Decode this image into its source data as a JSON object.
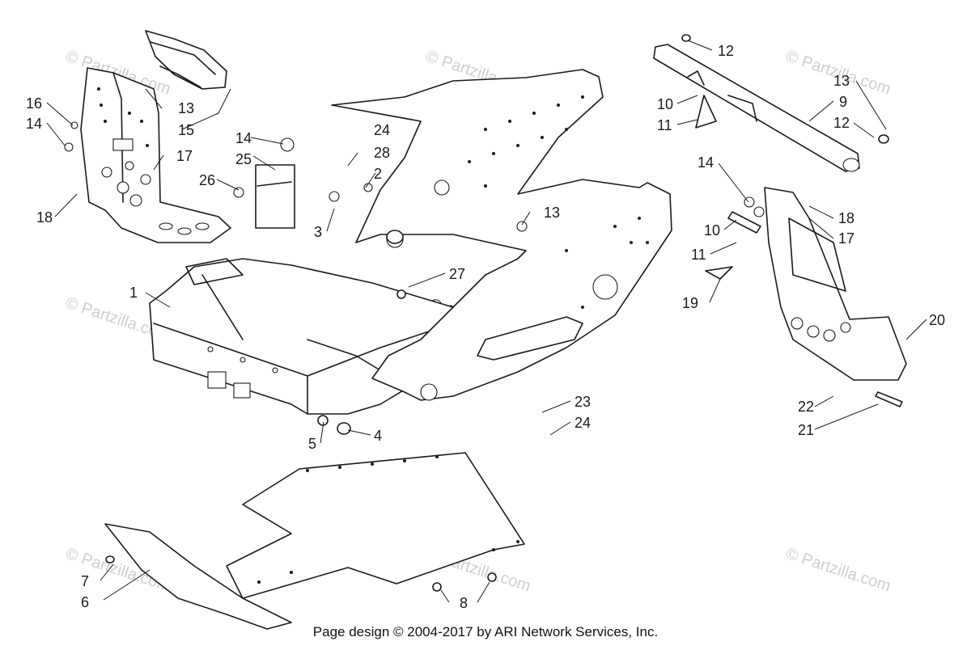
{
  "callouts": [
    {
      "label": "1"
    },
    {
      "label": "2"
    },
    {
      "label": "3"
    },
    {
      "label": "4"
    },
    {
      "label": "5"
    },
    {
      "label": "6"
    },
    {
      "label": "7"
    },
    {
      "label": "8"
    },
    {
      "label": "9"
    },
    {
      "label": "10"
    },
    {
      "label": "10"
    },
    {
      "label": "11"
    },
    {
      "label": "11"
    },
    {
      "label": "12"
    },
    {
      "label": "12"
    },
    {
      "label": "13"
    },
    {
      "label": "13"
    },
    {
      "label": "13"
    },
    {
      "label": "14"
    },
    {
      "label": "14"
    },
    {
      "label": "14"
    },
    {
      "label": "15"
    },
    {
      "label": "16"
    },
    {
      "label": "17"
    },
    {
      "label": "17"
    },
    {
      "label": "18"
    },
    {
      "label": "18"
    },
    {
      "label": "19"
    },
    {
      "label": "20"
    },
    {
      "label": "21"
    },
    {
      "label": "22"
    },
    {
      "label": "23"
    },
    {
      "label": "24"
    },
    {
      "label": "24"
    },
    {
      "label": "25"
    },
    {
      "label": "26"
    },
    {
      "label": "27"
    },
    {
      "label": "28"
    }
  ],
  "watermark": {
    "text": "© Partzilla.com",
    "center_text": "© Partzilla.com"
  },
  "footer": {
    "text": "Page design © 2004-2017 by ARI Network Services, Inc."
  }
}
